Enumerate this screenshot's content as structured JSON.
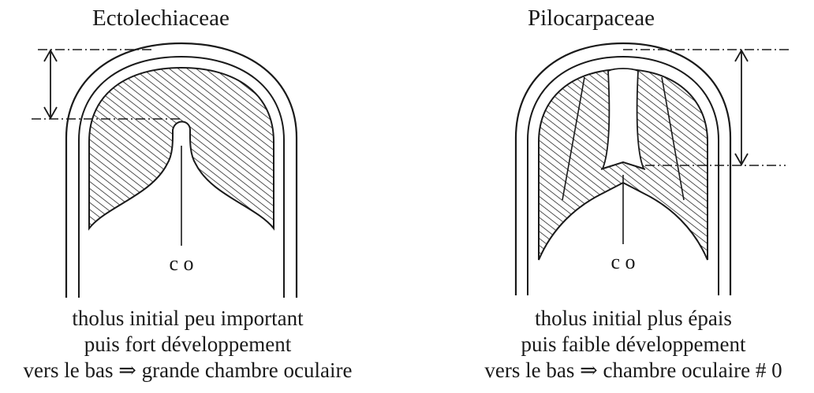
{
  "diagram": {
    "left": {
      "title": "Ectolechiaceae",
      "co_label": "c o",
      "caption": [
        "tholus initial peu important",
        "puis fort développement",
        "vers le bas ⇒ grande chambre oculaire"
      ]
    },
    "right": {
      "title": "Pilocarpaceae",
      "co_label": "c o",
      "caption": [
        "tholus initial plus épais",
        "puis faible développement",
        "vers le bas ⇒ chambre oculaire # 0"
      ]
    }
  },
  "colors": {
    "ink": "#1a1a1a",
    "background": "#ffffff"
  }
}
